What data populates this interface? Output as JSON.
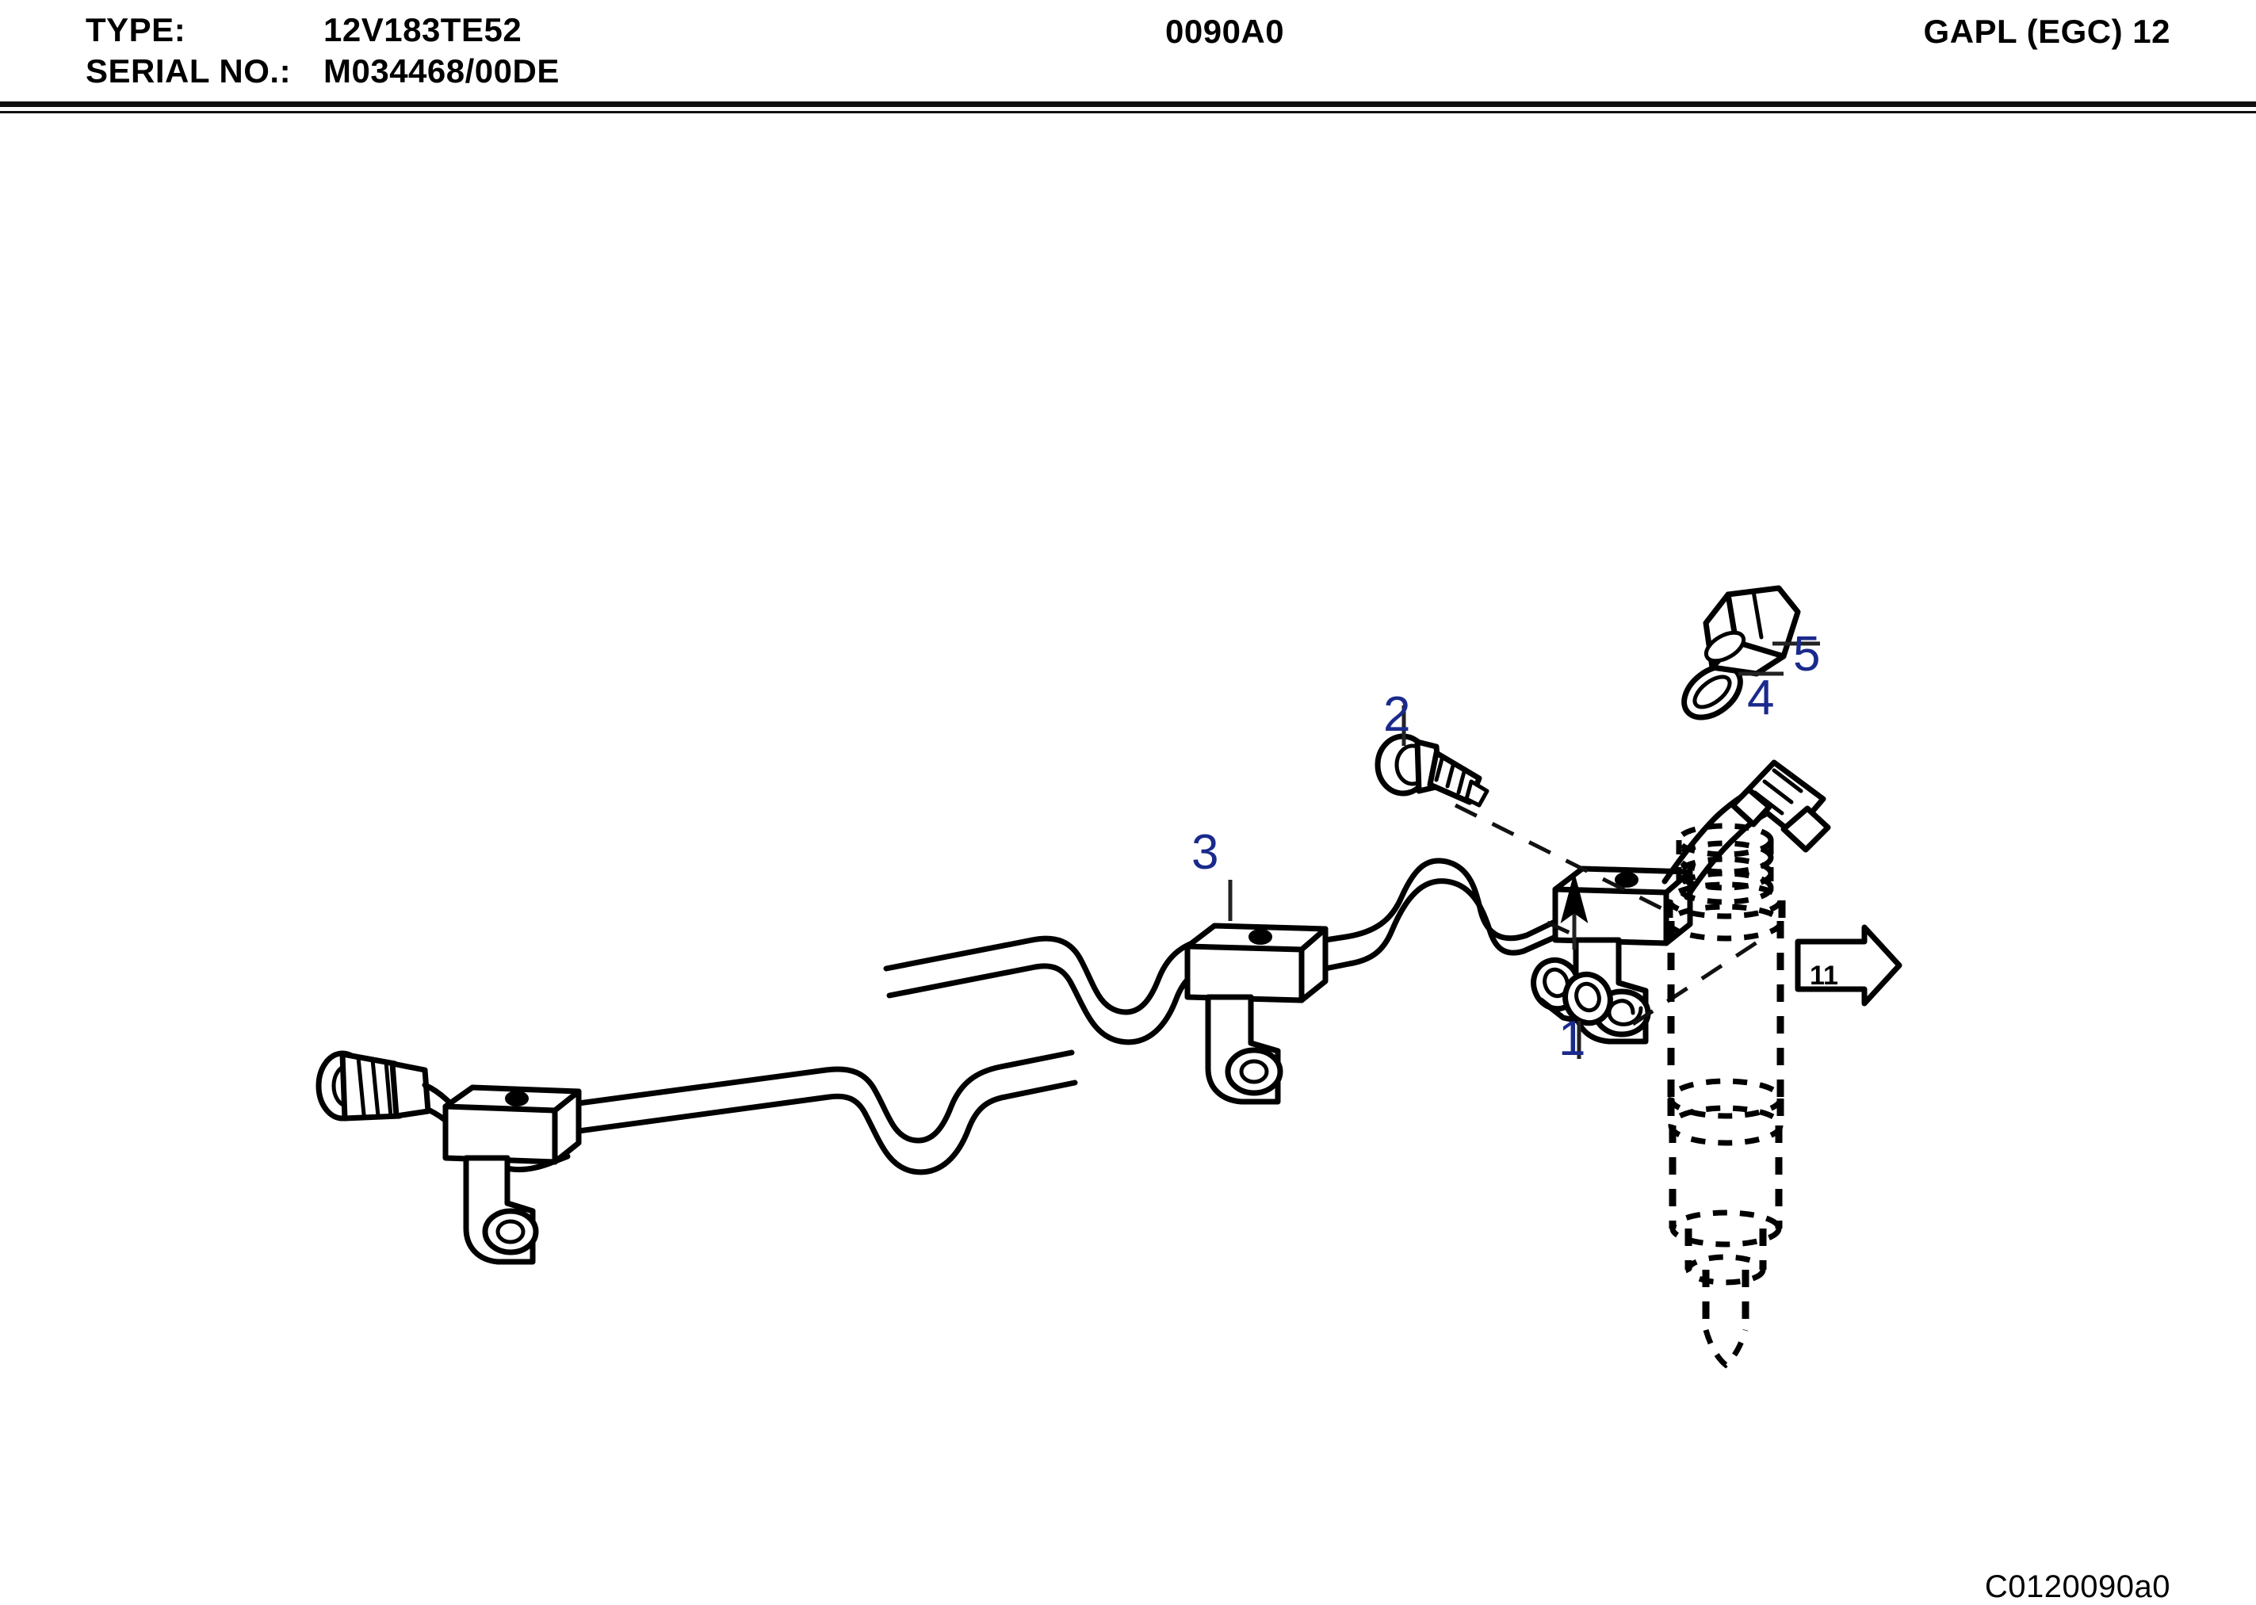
{
  "header": {
    "type_label": "TYPE:",
    "type_value": "12V183TE52",
    "serial_label": "SERIAL NO.:",
    "serial_value": "M034468/00DE",
    "group_code": "0090A0",
    "section_code": "GAPL (EGC)  12"
  },
  "drawing": {
    "code": "C0120090a0",
    "accent_color": "#1a2a8c",
    "line_color": "#000000",
    "background": "#ffffff",
    "cross_reference": {
      "label": "11",
      "name": "injector-cross-reference"
    },
    "callouts": [
      {
        "number": "1",
        "part": "sealing-washers"
      },
      {
        "number": "2",
        "part": "banjo-bolt"
      },
      {
        "number": "3",
        "part": "line-clamp-bracket"
      },
      {
        "number": "4",
        "part": "pressure-ring"
      },
      {
        "number": "5",
        "part": "cap-nut"
      }
    ]
  }
}
